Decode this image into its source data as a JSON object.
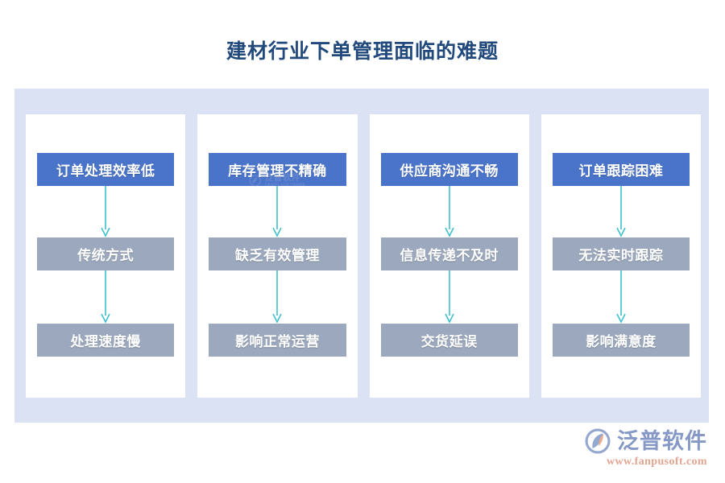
{
  "page": {
    "title": "建材行业下单管理面临的难题",
    "title_color": "#21497c",
    "background": "#ffffff",
    "panel_color": "#dbe2f4",
    "card_color": "#ffffff"
  },
  "colors": {
    "primary_box": "#4a74ca",
    "secondary_box": "#9ba8bd",
    "arrow": "#3fc0cc",
    "brand_text": "#7f93c4",
    "brand_url": "#e2a08b"
  },
  "diagram": {
    "type": "flowchart",
    "columns": [
      {
        "id": "order-processing",
        "nodes": [
          {
            "label": "订单处理效率低",
            "style": "primary"
          },
          {
            "label": "传统方式",
            "style": "secondary"
          },
          {
            "label": "处理速度慢",
            "style": "secondary"
          }
        ]
      },
      {
        "id": "inventory-management",
        "nodes": [
          {
            "label": "库存管理不精确",
            "style": "primary"
          },
          {
            "label": "缺乏有效管理",
            "style": "secondary"
          },
          {
            "label": "影响正常运营",
            "style": "secondary"
          }
        ]
      },
      {
        "id": "supplier-communication",
        "nodes": [
          {
            "label": "供应商沟通不畅",
            "style": "primary"
          },
          {
            "label": "信息传递不及时",
            "style": "secondary"
          },
          {
            "label": "交货延误",
            "style": "secondary"
          }
        ]
      },
      {
        "id": "order-tracking",
        "nodes": [
          {
            "label": "订单跟踪困难",
            "style": "primary"
          },
          {
            "label": "无法实时跟踪",
            "style": "secondary"
          },
          {
            "label": "影响满意度",
            "style": "secondary"
          }
        ]
      }
    ]
  },
  "watermark": {
    "name": "泛普软件",
    "sub": "FANPU SOFTWARE"
  },
  "brand": {
    "name": "泛普软件",
    "url": "www.fanpusoft.com"
  }
}
